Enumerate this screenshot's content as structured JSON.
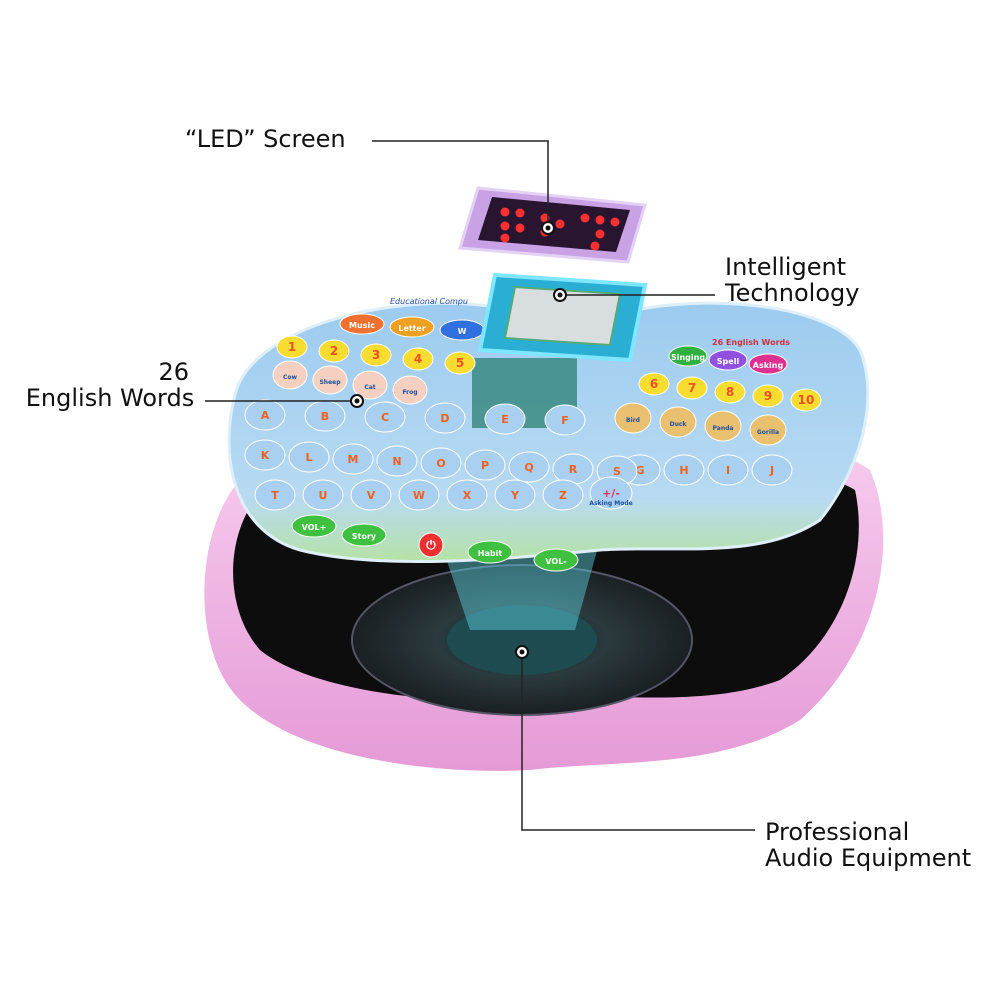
{
  "callouts": {
    "led_screen": "“LED”  Screen",
    "intelligent_line1": "Intelligent",
    "intelligent_line2": "Technology",
    "words_line1": "26",
    "words_line2": "English Words",
    "audio_line1": "Professional",
    "audio_line2": "Audio Equipment"
  },
  "keypad": {
    "brand": "Educational Compu",
    "words_badge": "26 English Words",
    "mode_buttons_left": [
      "Music",
      "Letter",
      "W"
    ],
    "mode_buttons_right": [
      "Singing",
      "Spell",
      "Asking"
    ],
    "numbers_left": [
      "1",
      "2",
      "3",
      "4",
      "5"
    ],
    "numbers_right": [
      "6",
      "7",
      "8",
      "9",
      "10"
    ],
    "animals_left": [
      "Cow",
      "Sheep",
      "Cat",
      "Frog"
    ],
    "animals_right": [
      "Bird",
      "Duck",
      "Panda",
      "Gorilla"
    ],
    "letter_rows": [
      [
        "A",
        "B",
        "C",
        "D",
        "E",
        "F",
        "G",
        "H",
        "I",
        "J"
      ],
      [
        "K",
        "L",
        "M",
        "N",
        "O",
        "P",
        "Q",
        "R",
        "S"
      ],
      [
        "T",
        "U",
        "V",
        "W",
        "X",
        "Y",
        "Z",
        "+/-"
      ]
    ],
    "bottom_buttons": [
      "VOL+",
      "Story",
      "Habit",
      "VOL-"
    ],
    "power_icon": "power-icon",
    "asking_mode": "Asking Mode"
  },
  "colors": {
    "base_pink": "#f2b6e6",
    "keypad_blue": "#8fc4ea",
    "chip_cyan": "#3fc6e8",
    "led_purple": "#c9a2e6",
    "led_red": "#ff3030"
  }
}
